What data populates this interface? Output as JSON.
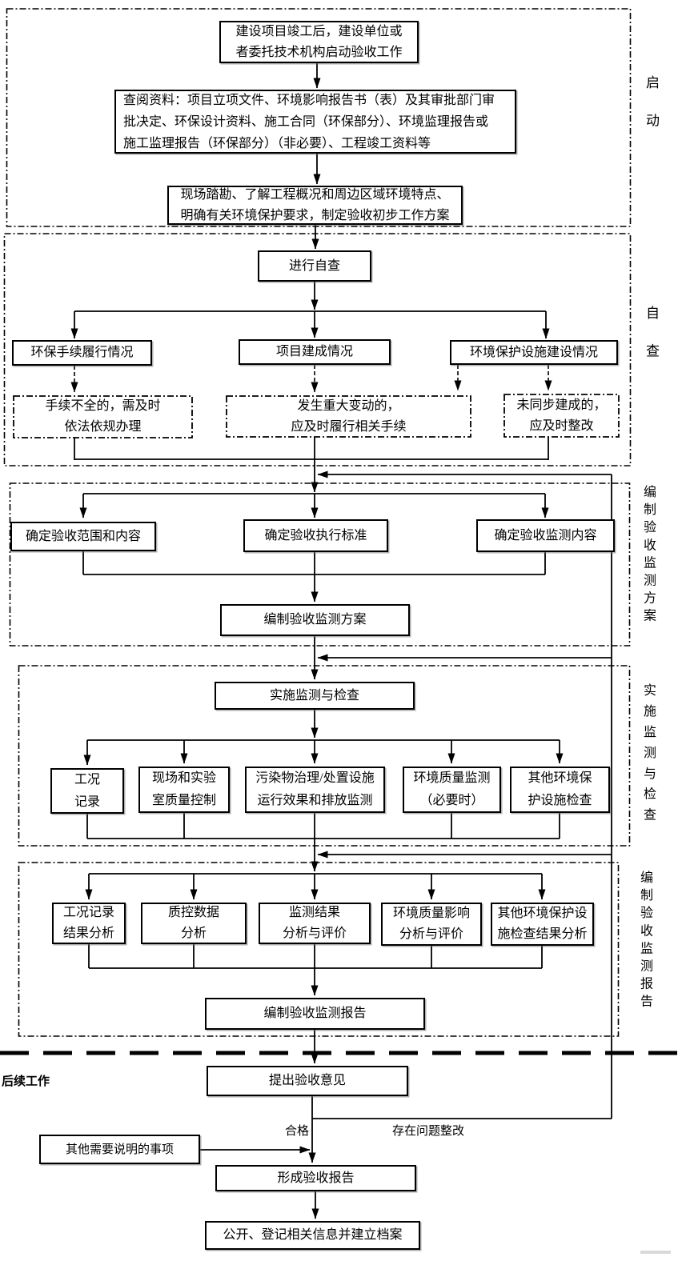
{
  "page": {
    "background": "#ffffff",
    "line_color": "#000000"
  },
  "side_labels": {
    "startup": "启动",
    "self_check": "自查",
    "prepare_plan": "编制验收监测方案",
    "implement": "实施监测与检查",
    "prepare_report": "编制验收监测报告"
  },
  "followup_label": "后续工作",
  "branch_labels": {
    "pass": "合格",
    "rectify": "存在问题整改"
  },
  "boxes": {
    "kickoff": "建设项目竣工后，建设单位或\n者委托技术机构启动验收工作",
    "review_materials": "查阅资料：项目立项文件、环境影响报告书（表）及其审批部门审\n批决定、环保设计资料、施工合同（环保部分）、环境监理报告或\n施工监理报告（环保部分）（非必要）、工程竣工资料等",
    "site_survey": "现场踏勘、了解工程概况和周边区域环境特点、\n明确有关环境保护要求，制定验收初步工作方案",
    "do_self_check": "进行自查",
    "ep_procedure_status": "环保手续履行情况",
    "build_status": "项目建成情况",
    "ep_facility_status": "环境保护设施建设情况",
    "fix_procedures": "手续不全的，需及时\n依法依规办理",
    "fix_major_change": "发生重大变动的，\n应及时履行相关手续",
    "fix_not_synced": "未同步建成的，\n应及时整改",
    "define_scope": "确定验收范围和内容",
    "define_standards": "确定验收执行标准",
    "define_monitoring": "确定验收监测内容",
    "prepare_plan": "编制验收监测方案",
    "implement_check": "实施监测与检查",
    "condition_record": "工况\n记录",
    "qc_control": "现场和实验\n室质量控制",
    "pollutant_monitoring": "污染物治理/处置设施\n运行效果和排放监测",
    "env_quality_monitoring": "环境质量监测\n（必要时）",
    "other_facility_check": "其他环境保\n护设施检查",
    "condition_analysis": "工况记录\n结果分析",
    "qc_data_analysis": "质控数据\n分析",
    "result_evaluation": "监测结果\n分析与评价",
    "env_impact_evaluation": "环境质量影响\n分析与评价",
    "other_facility_analysis": "其他环境保护设\n施检查结果分析",
    "prepare_report": "编制验收监测报告",
    "acceptance_opinion": "提出验收意见",
    "other_notes": "其他需要说明的事项",
    "form_report": "形成验收报告",
    "publish_archive": "公开、登记相关信息并建立档案"
  }
}
